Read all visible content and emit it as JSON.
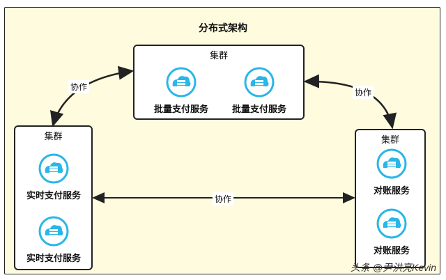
{
  "diagram": {
    "title": "分布式架构",
    "clusters": {
      "top": {
        "label": "集群",
        "services": [
          "批量支付服务",
          "批量支付服务"
        ]
      },
      "left": {
        "label": "集群",
        "services": [
          "实时支付服务",
          "实时支付服务"
        ]
      },
      "right": {
        "label": "集群",
        "services": [
          "对账服务",
          "对账服务"
        ]
      }
    },
    "links": {
      "left_top": "协作",
      "top_right": "协作",
      "left_right": "协作"
    },
    "colors": {
      "frame_bg": "#fffbde",
      "icon_ring": "#29b6e8",
      "arrow": "#222222"
    },
    "icon": "cloud-server-icon",
    "watermark": "头条 @尹洪亮Kevin"
  }
}
